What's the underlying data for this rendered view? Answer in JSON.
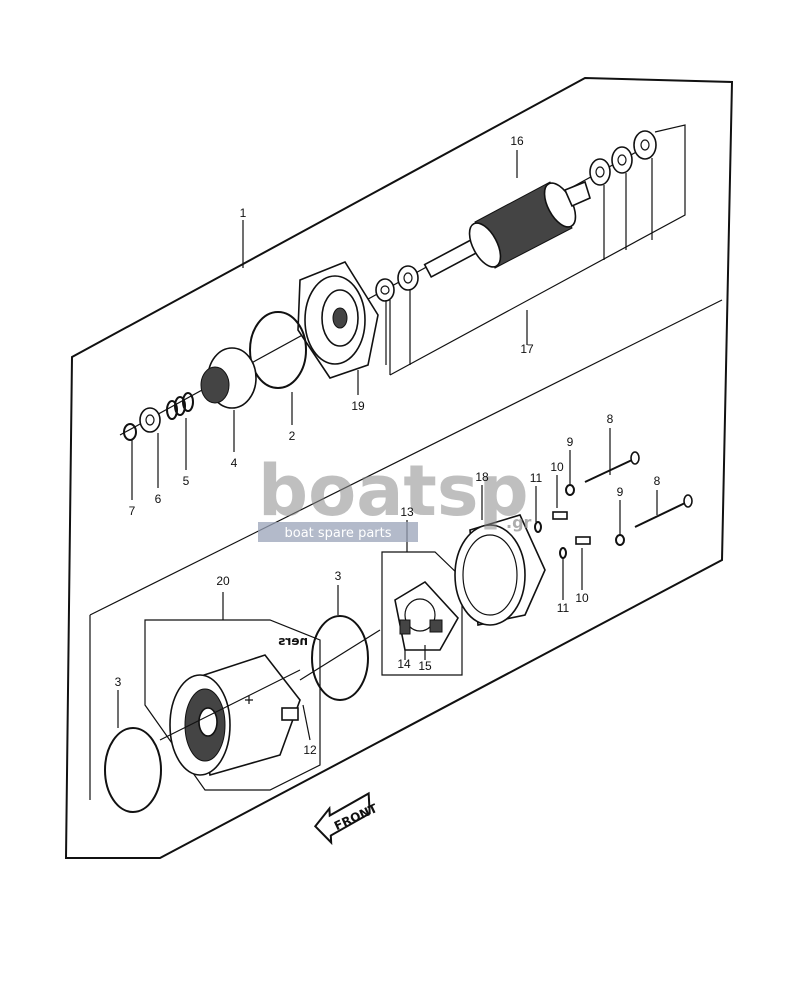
{
  "diagram": {
    "callouts": [
      "1",
      "2",
      "3",
      "3",
      "4",
      "5",
      "6",
      "7",
      "8",
      "8",
      "9",
      "9",
      "10",
      "10",
      "11",
      "11",
      "12",
      "13",
      "14",
      "15",
      "16",
      "17",
      "18",
      "19",
      "20"
    ],
    "front_label": "FRONT",
    "housing_stamp": "ners",
    "watermark": {
      "brand": "boatsp",
      "domain": ".gr",
      "tagline": "boat spare parts"
    }
  }
}
